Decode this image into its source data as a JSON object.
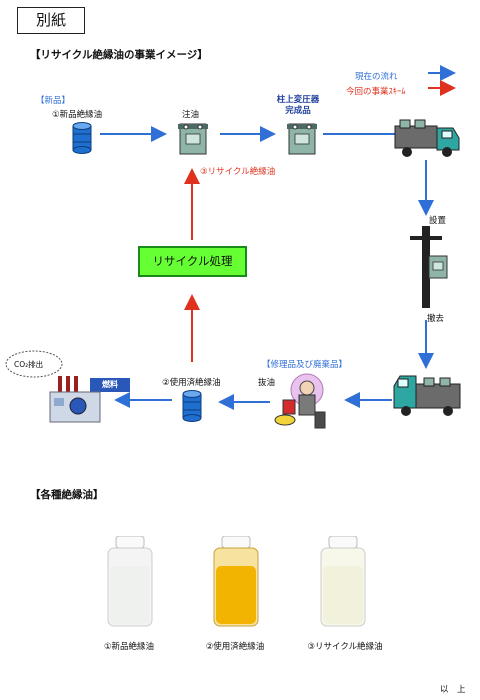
{
  "page": {
    "label": "別紙",
    "section1_title": "【リサイクル絶縁油の事業イメージ】",
    "section2_title": "【各種絶縁油】",
    "footer": "以　上"
  },
  "legend": {
    "current_flow": "現在の流れ",
    "new_scheme": "今回の事業ｽｷｰﾑ",
    "current_color": "#2f6fd6",
    "new_color": "#e0301e"
  },
  "flow": {
    "new_goods_tag": "【新品】",
    "new_oil": "①新品絶縁油",
    "pour": "注油",
    "transformer_line1": "柱上変圧器",
    "transformer_line2": "完成品",
    "recycled_oil": "③リサイクル絶縁油",
    "install": "設置",
    "remove": "撤去",
    "repair_tag": "【修理品及び廃棄品】",
    "drain": "抜油",
    "used_oil": "②使用済絶縁油",
    "fuel": "燃料",
    "co2": "CO₂排出",
    "recycle_process": "リサイクル処理"
  },
  "oils": [
    {
      "caption": "①新品絶縁油",
      "liquid_color": "#eef1ee"
    },
    {
      "caption": "②使用済絶縁油",
      "liquid_color": "#f2b400"
    },
    {
      "caption": "③リサイクル絶縁油",
      "liquid_color": "#f2f2dc"
    }
  ]
}
